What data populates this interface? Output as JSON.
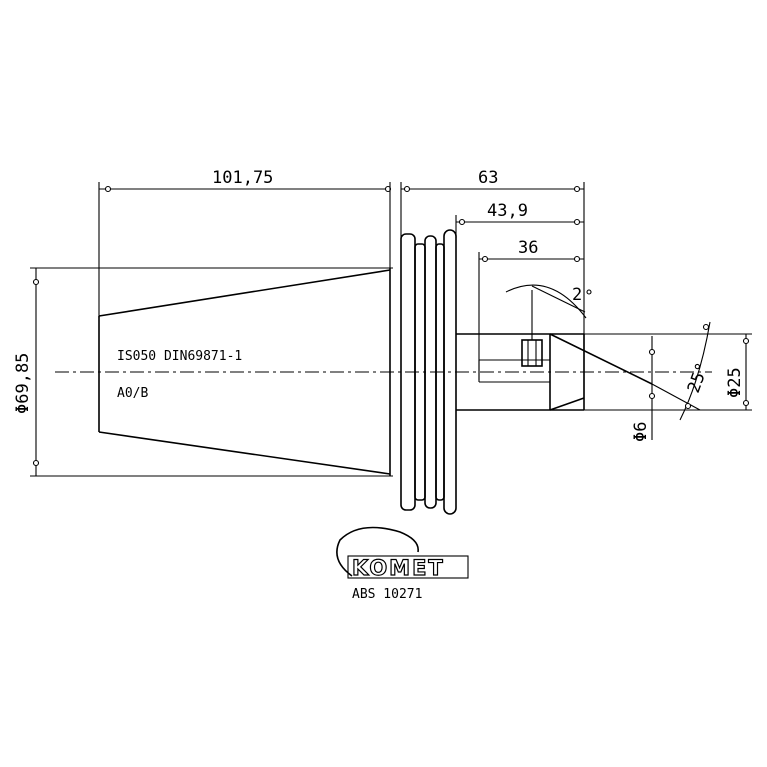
{
  "dimensions": {
    "taper_length": "101,75",
    "overall_length": "63",
    "body_length": "43,9",
    "shank_length": "36",
    "flange_diameter": "Φ69,85",
    "shank_diameter": "Φ25",
    "bore_diameter": "Φ6",
    "angle": "25°",
    "small_angle": "2"
  },
  "notes": {
    "standard": "IS050 DIN69871-1",
    "form": "A0/B"
  },
  "logo": {
    "brand": "KOMET",
    "part_number": "ABS 10271"
  }
}
